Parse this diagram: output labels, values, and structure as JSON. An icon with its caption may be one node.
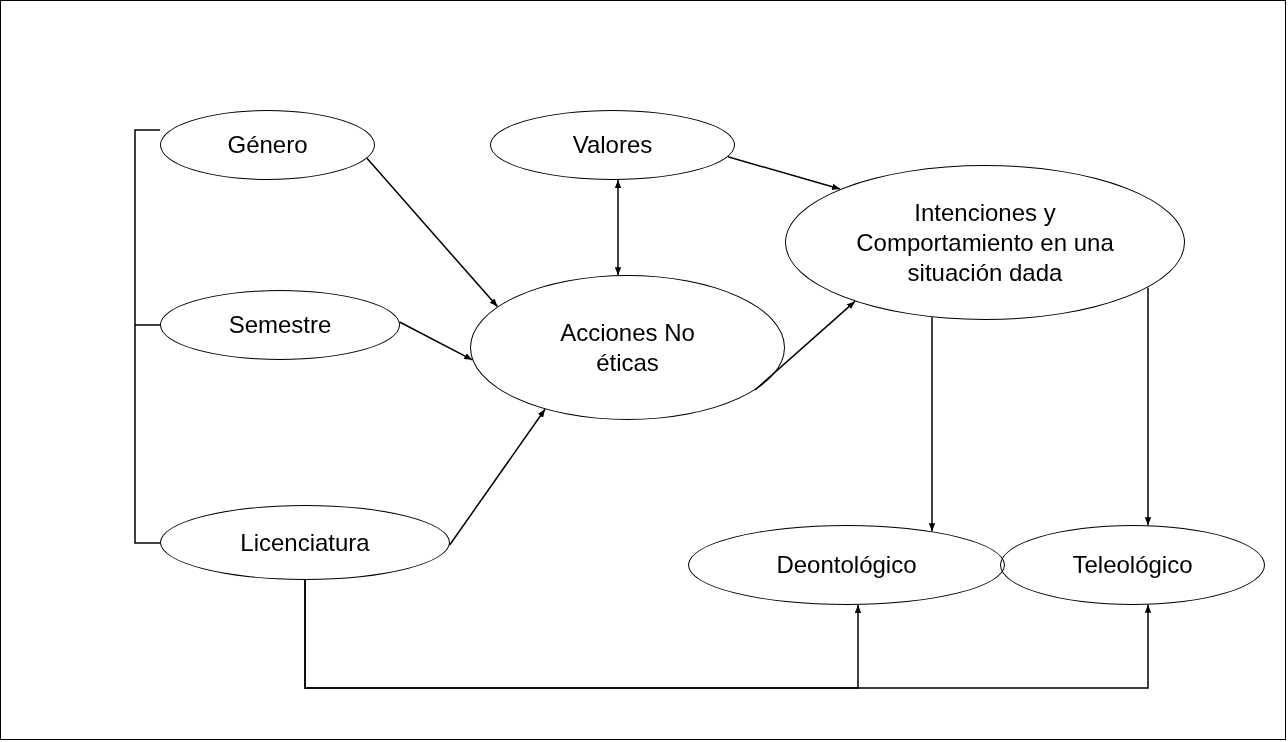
{
  "diagram": {
    "nodes": [
      {
        "text": [
          "Género"
        ]
      },
      {
        "text": [
          "Valores"
        ]
      },
      {
        "text": [
          "Intenciones y Comportamiento en una situación dada"
        ]
      },
      {
        "text": [
          "Semestre"
        ]
      },
      {
        "text": [
          "Acciones No éticas"
        ]
      },
      {
        "text": [
          "Licenciatura"
        ]
      },
      {
        "text": [
          "Deontológico"
        ]
      },
      {
        "text": [
          "Teleológico"
        ]
      }
    ],
    "edges": [
      {
        "from": 0,
        "to": 4,
        "arrow": "to"
      },
      {
        "from": 1,
        "to": 4,
        "arrow": "both"
      },
      {
        "from": 1,
        "to": 2,
        "arrow": "to"
      },
      {
        "from": 3,
        "to": 4,
        "arrow": "to"
      },
      {
        "from": 5,
        "to": 4,
        "arrow": "to"
      },
      {
        "from": 4,
        "to": 2,
        "arrow": "to"
      },
      {
        "from": 2,
        "to": 6,
        "arrow": "to"
      },
      {
        "from": 2,
        "to": 7,
        "arrow": "to"
      },
      {
        "from": 5,
        "to": 6,
        "arrow": "to"
      },
      {
        "from": 5,
        "to": 7,
        "arrow": "to"
      }
    ]
  }
}
